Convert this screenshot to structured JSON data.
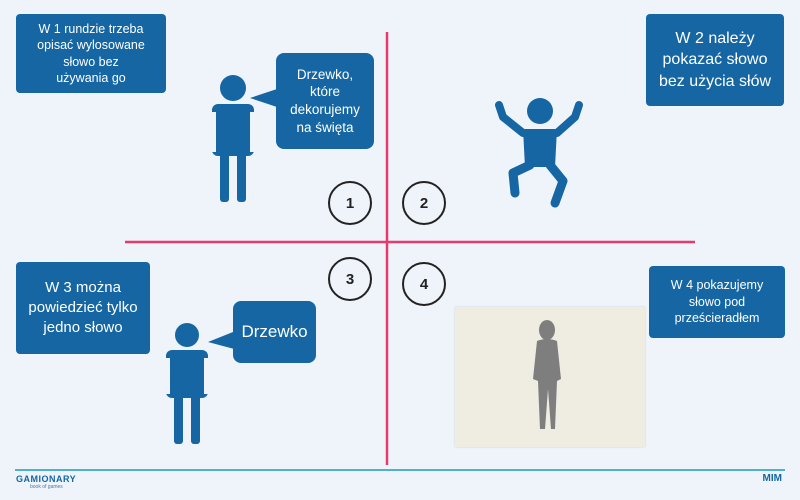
{
  "colors": {
    "primary": "#1566a3",
    "axis": "#e8396b",
    "background": "#eef4fa",
    "sheet": "#efece1",
    "silhouette": "#7e7e7e",
    "footer_line": "#4fb2c8"
  },
  "rounds": {
    "r1": {
      "number": "1",
      "rule": "W 1 rundzie trzeba\nopisać wylosowane\nsłowo bez\nużywania go",
      "speech": "Drzewko,\nktóre\ndekorujemy\nna święta"
    },
    "r2": {
      "number": "2",
      "rule": "W 2 należy\npokazać słowo\nbez użycia słów"
    },
    "r3": {
      "number": "3",
      "rule": "W 3 można\npowiedzieć tylko\njedno słowo",
      "speech": "Drzewko"
    },
    "r4": {
      "number": "4",
      "rule": "W 4 pokazujemy\nsłowo pod\nprześcieradłem"
    }
  },
  "icons": [
    "standing-person-icon",
    "jumping-person-icon",
    "standing-person-icon",
    "silhouette-person-icon"
  ],
  "footer": {
    "logo_text": "GAMIONARY",
    "logo_tagline": "book of games",
    "right_label": "MIM"
  }
}
